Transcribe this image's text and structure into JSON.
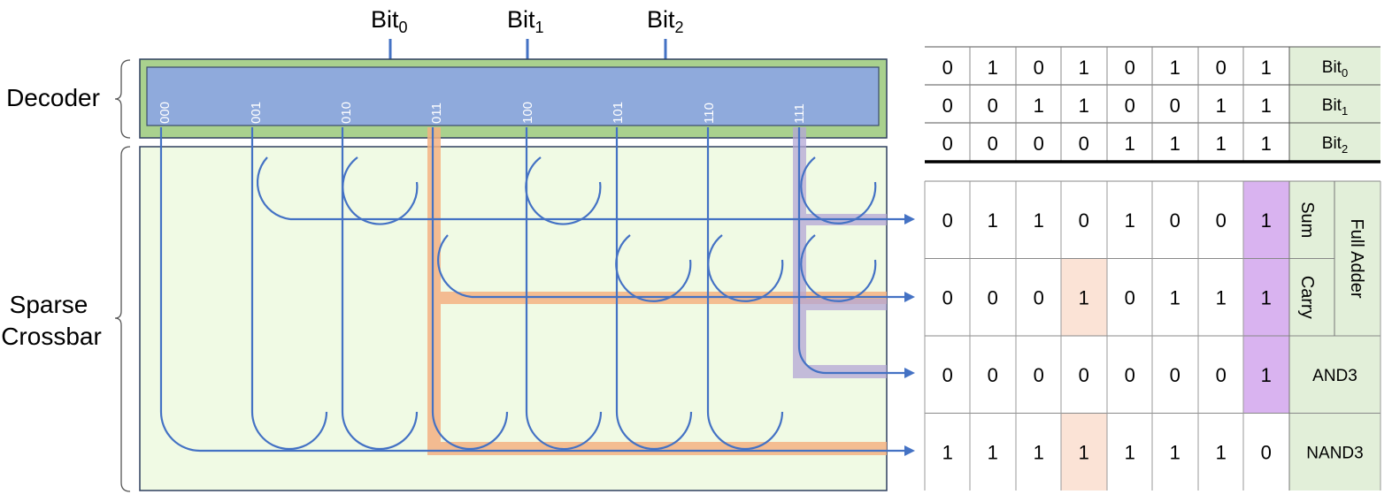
{
  "labels": {
    "decoder": "Decoder",
    "crossbar_line1": "Sparse",
    "crossbar_line2": "Crossbar",
    "bit": "Bit",
    "input_subscripts": [
      "0",
      "1",
      "2"
    ]
  },
  "decoder_outputs": [
    "000",
    "001",
    "010",
    "011",
    "100",
    "101",
    "110",
    "111"
  ],
  "inputs_table": {
    "rows": [
      {
        "name": "Bit",
        "sub": "0",
        "values": [
          "0",
          "1",
          "0",
          "1",
          "0",
          "1",
          "0",
          "1"
        ]
      },
      {
        "name": "Bit",
        "sub": "1",
        "values": [
          "0",
          "0",
          "1",
          "1",
          "0",
          "0",
          "1",
          "1"
        ]
      },
      {
        "name": "Bit",
        "sub": "2",
        "values": [
          "0",
          "0",
          "0",
          "0",
          "1",
          "1",
          "1",
          "1"
        ]
      }
    ]
  },
  "outputs_table": {
    "group_label": "Full Adder",
    "rows": [
      {
        "label": "Sum",
        "values": [
          "0",
          "1",
          "1",
          "0",
          "1",
          "0",
          "0",
          "1"
        ]
      },
      {
        "label": "Carry",
        "values": [
          "0",
          "0",
          "0",
          "1",
          "0",
          "1",
          "1",
          "1"
        ]
      },
      {
        "label": "AND3",
        "values": [
          "0",
          "0",
          "0",
          "0",
          "0",
          "0",
          "0",
          "1"
        ]
      },
      {
        "label": "NAND3",
        "values": [
          "1",
          "1",
          "1",
          "1",
          "1",
          "1",
          "1",
          "0"
        ]
      }
    ]
  },
  "highlights": {
    "minterm_011": {
      "column": 3,
      "rows": [
        1,
        3
      ]
    },
    "minterm_111": {
      "column": 7,
      "rows": [
        0,
        1,
        2
      ]
    }
  },
  "colors": {
    "decoder_fill": "#8faadc",
    "decoder_frame": "#a9d18e",
    "crossbar_fill": "#f0fae4",
    "wire": "#4472c4",
    "highlight_orange": "#f4b183",
    "highlight_purple": "#b4a7d6",
    "cell_orange": "#fbe3d6",
    "cell_purple": "#d9b3f0",
    "label_cell": "#e2efd9"
  }
}
